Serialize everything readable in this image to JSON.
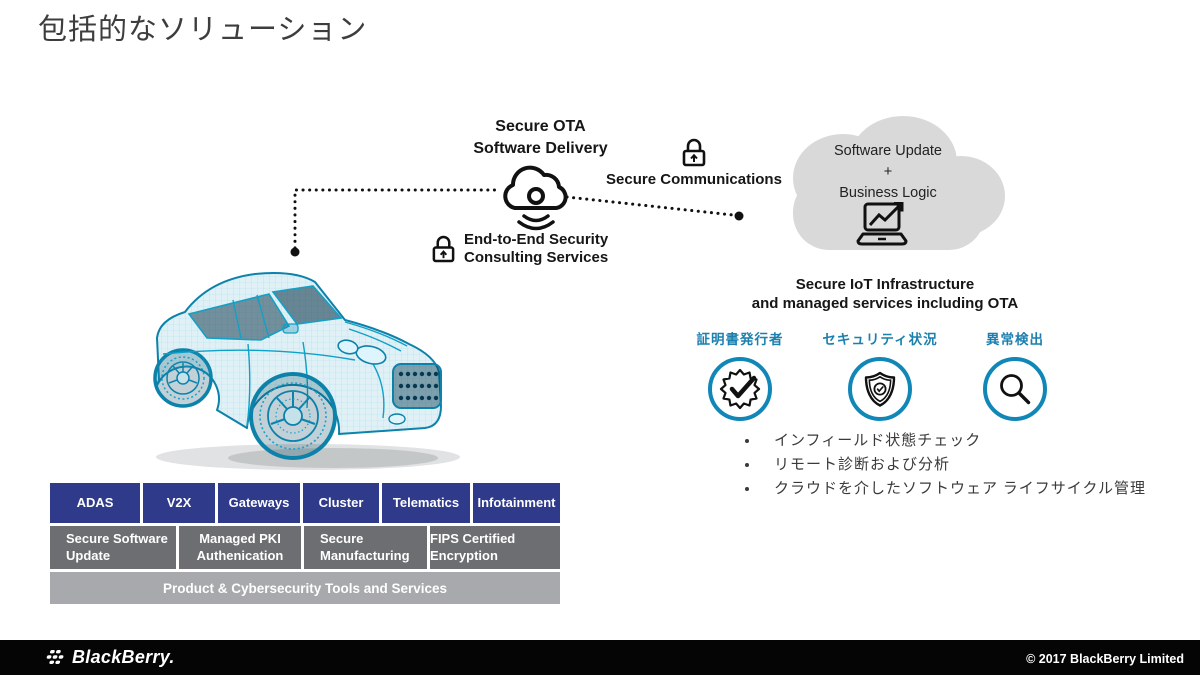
{
  "slide": {
    "title": "包括的なソリューション",
    "footer": {
      "brand": "BlackBerry.",
      "copyright": "© 2017 BlackBerry Limited"
    }
  },
  "diagram": {
    "ota_line1": "Secure OTA",
    "ota_line2": "Software Delivery",
    "secure_communications": "Secure Communications",
    "e2e_line1": "End-to-End Security",
    "e2e_line2": "Consulting Services",
    "cloud_line1": "Software Update",
    "cloud_plus": "+",
    "cloud_line2": "Business Logic",
    "iot_line1": "Secure IoT Infrastructure",
    "iot_line2": "and managed services including OTA",
    "features": [
      {
        "label": "証明書発行者",
        "icon": "certificate-badge-icon"
      },
      {
        "label": "セキュリティ状況",
        "icon": "shield-check-icon"
      },
      {
        "label": "異常検出",
        "icon": "magnifier-icon"
      }
    ],
    "bullets": [
      "インフィールド状態チェック",
      "リモート診断および分析",
      "クラウドを介したソフトウェア ライフサイクル管理"
    ]
  },
  "stack_table": {
    "row1": [
      "ADAS",
      "V2X",
      "Gateways",
      "Cluster",
      "Telematics",
      "Infotainment"
    ],
    "row2": [
      "Secure Software Update",
      "Managed PKI Authenication",
      "Secure Manufacturing",
      "FIPS Certified Encryption"
    ],
    "row3": "Product & Cybersecurity Tools and Services"
  },
  "colors": {
    "accent_circle_blue": "#1187b8",
    "feature_label_blue": "#1b80ae",
    "table_blue": "#2f3a8a",
    "table_gray": "#6d6e71",
    "table_light_gray": "#a7a9ac",
    "cloud_gray": "#d9d9d9",
    "car_wireframe_teal": "#0c82aa",
    "footer_black": "#050505"
  }
}
